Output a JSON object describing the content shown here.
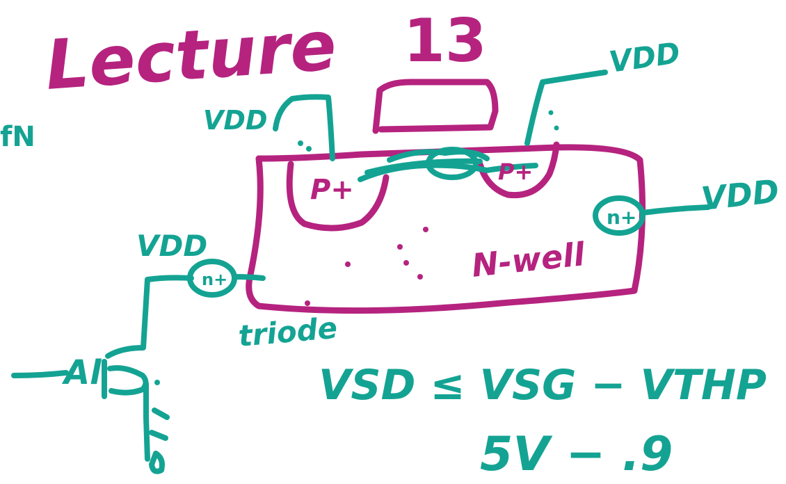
{
  "colors": {
    "background": "#ffffff",
    "magenta_ink": "#b5237f",
    "teal_ink": "#14a393"
  },
  "title": {
    "text": "Lecture",
    "number": "13"
  },
  "margin_note": "fN",
  "labels": {
    "vdd_top_left": "VDD",
    "vdd_top_right": "VDD",
    "vdd_right": "VDD",
    "vdd_left": "VDD",
    "p_plus_left": "P+",
    "p_plus_right": "P+",
    "n_plus_right": "n+",
    "n_plus_left": "n+",
    "nwell": "N-well",
    "triode": "triode",
    "al": "Al"
  },
  "equations": {
    "line1": "VSD ≤ VSG − VTHP",
    "line2": "5V − .9"
  }
}
